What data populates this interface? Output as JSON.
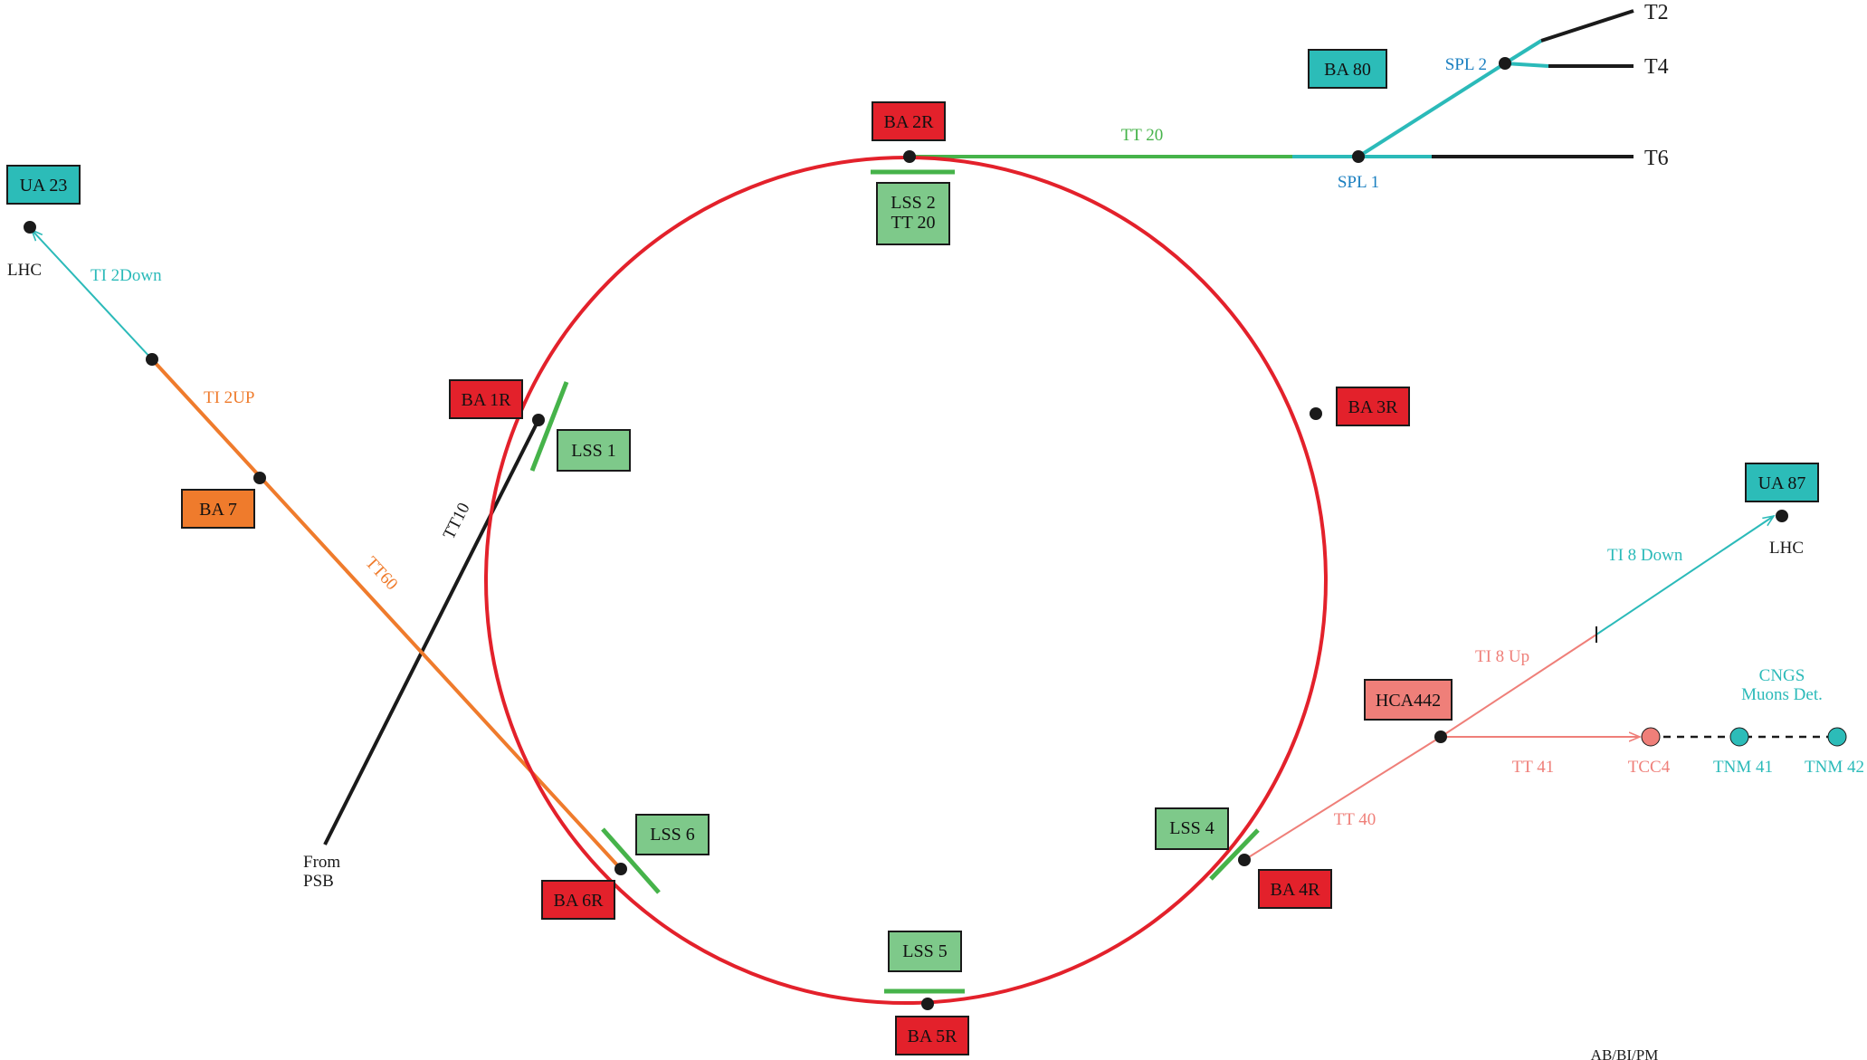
{
  "colors": {
    "ring": "#e3212b",
    "green_line": "#46b34a",
    "cyan": "#2bbab9",
    "orange": "#ef7b2c",
    "salmon": "#ef7f79",
    "black": "#1a1a1a",
    "blue_text": "#1a7fc0",
    "box_red": "#e3212b",
    "box_green": "#7ec98a",
    "box_teal": "#2cbcb8",
    "box_orange": "#ef7b2c",
    "box_salmon": "#ef7f79"
  },
  "boxes": {
    "ba2r": "BA 2R",
    "lss2_line1": "LSS 2",
    "lss2_line2": "TT 20",
    "ba80": "BA 80",
    "ua23": "UA 23",
    "ba1r": "BA 1R",
    "lss1": "LSS 1",
    "ba3r": "BA 3R",
    "ba7": "BA 7",
    "ua87": "UA 87",
    "hca442": "HCA442",
    "lss6": "LSS 6",
    "ba6r": "BA 6R",
    "lss4": "LSS 4",
    "ba4r": "BA 4R",
    "lss5": "LSS 5",
    "ba5r": "BA 5R"
  },
  "labels": {
    "tt20": "TT 20",
    "spl1": "SPL 1",
    "spl2": "SPL 2",
    "t2": "T2",
    "t4": "T4",
    "t6": "T6",
    "lhc_left": "LHC",
    "ti2down": "TI 2Down",
    "ti2up": "TI 2UP",
    "tt60": "TT60",
    "tt10": "TT10",
    "from": "From",
    "psb": "PSB",
    "ti8down": "TI 8 Down",
    "lhc_right": "LHC",
    "ti8up": "TI 8 Up",
    "cngs": "CNGS",
    "muons_det": "Muons Det.",
    "tt41": "TT 41",
    "tcc4": "TCC4",
    "tnm41": "TNM 41",
    "tnm42": "TNM 42",
    "tt40": "TT 40",
    "credit": "AB/BI/PM"
  }
}
